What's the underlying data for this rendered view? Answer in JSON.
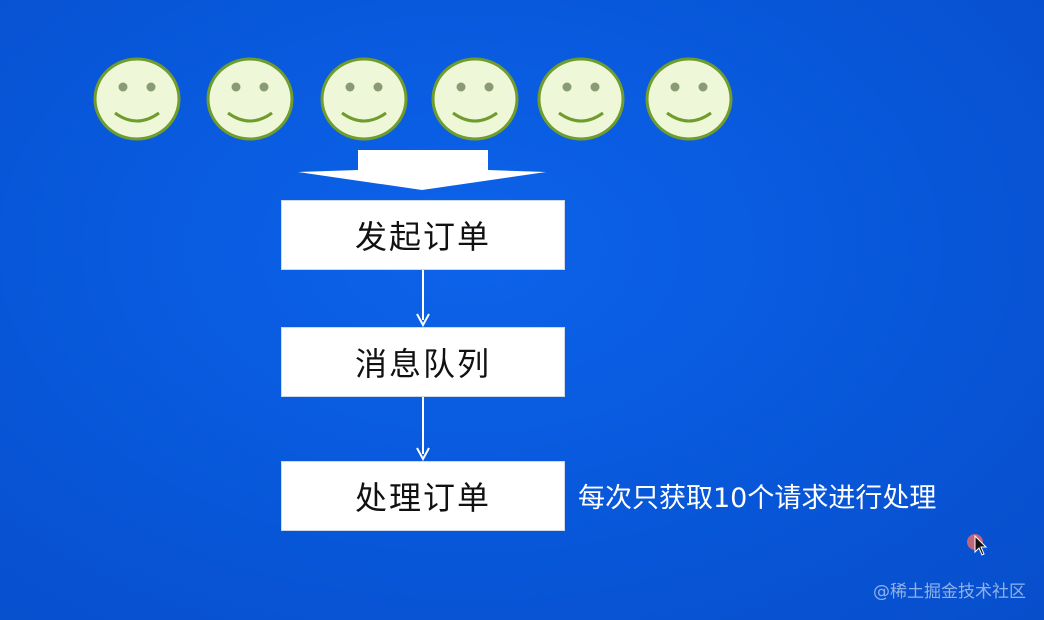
{
  "diagram": {
    "faces": [
      {
        "icon": "smiley-face-icon"
      },
      {
        "icon": "smiley-face-icon"
      },
      {
        "icon": "smiley-face-icon"
      },
      {
        "icon": "smiley-face-icon"
      },
      {
        "icon": "smiley-face-icon"
      },
      {
        "icon": "smiley-face-icon"
      }
    ],
    "steps": [
      {
        "label": "发起订单"
      },
      {
        "label": "消息队列"
      },
      {
        "label": "处理订单"
      }
    ],
    "note": "每次只获取10个请求进行处理",
    "watermark": "@稀土掘金技术社区"
  },
  "colors": {
    "background": "#0a5bdf",
    "face_fill": "#eef7d8",
    "face_stroke": "#6f9c2c",
    "box_fill": "#ffffff",
    "arrow": "#ffffff",
    "text_dark": "#111111",
    "text_light": "#ffffff"
  }
}
